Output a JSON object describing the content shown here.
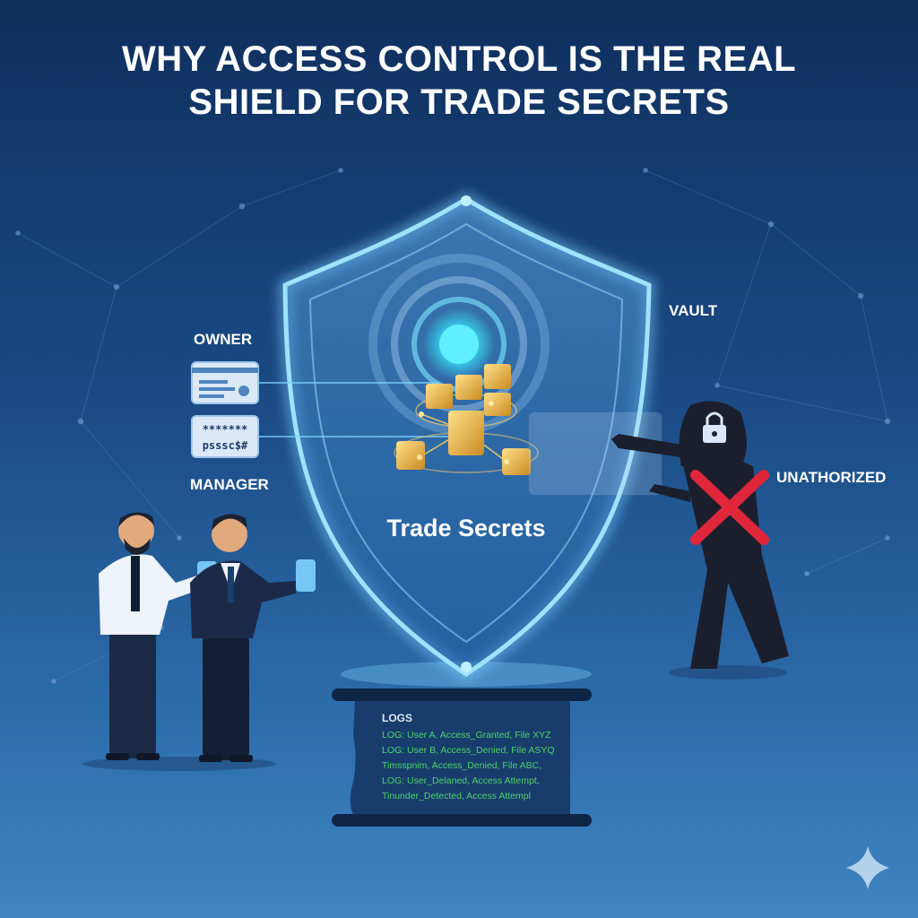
{
  "title": {
    "line1": "WHY ACCESS CONTROL IS THE REAL",
    "line2": "SHIELD FOR TRADE SECRETS"
  },
  "labels": {
    "owner": "OWNER",
    "manager": "MANAGER",
    "vault": "VAULT",
    "unauthorized": "UNATHORIZED",
    "shield": "Trade Secrets"
  },
  "password_card": {
    "masked": "*******",
    "text": "psssc$#"
  },
  "logs": {
    "title": "LOGS",
    "lines": [
      "LOG: User A, Access_Granted, File XYZ",
      "LOG: User B, Access_Denied, File ASYQ",
      "Timsspnim, Access_Denied, File ABC,",
      "LOG: User_Delaned, Access Attempt,",
      "Tinunder_Detected, Access Attempl"
    ]
  },
  "colors": {
    "background_top": "#0f2f5e",
    "background_bottom": "#3f86c2",
    "shield_glow": "#7fd3ff",
    "gold": "#e0b24a",
    "denied_x": "#e0263a",
    "log_text": "#4ed16a"
  },
  "icons": [
    "shield-icon",
    "id-card-icon",
    "password-card-icon",
    "keypad-icon",
    "padlock-icon",
    "cross-mark-icon",
    "sparkle-icon"
  ]
}
